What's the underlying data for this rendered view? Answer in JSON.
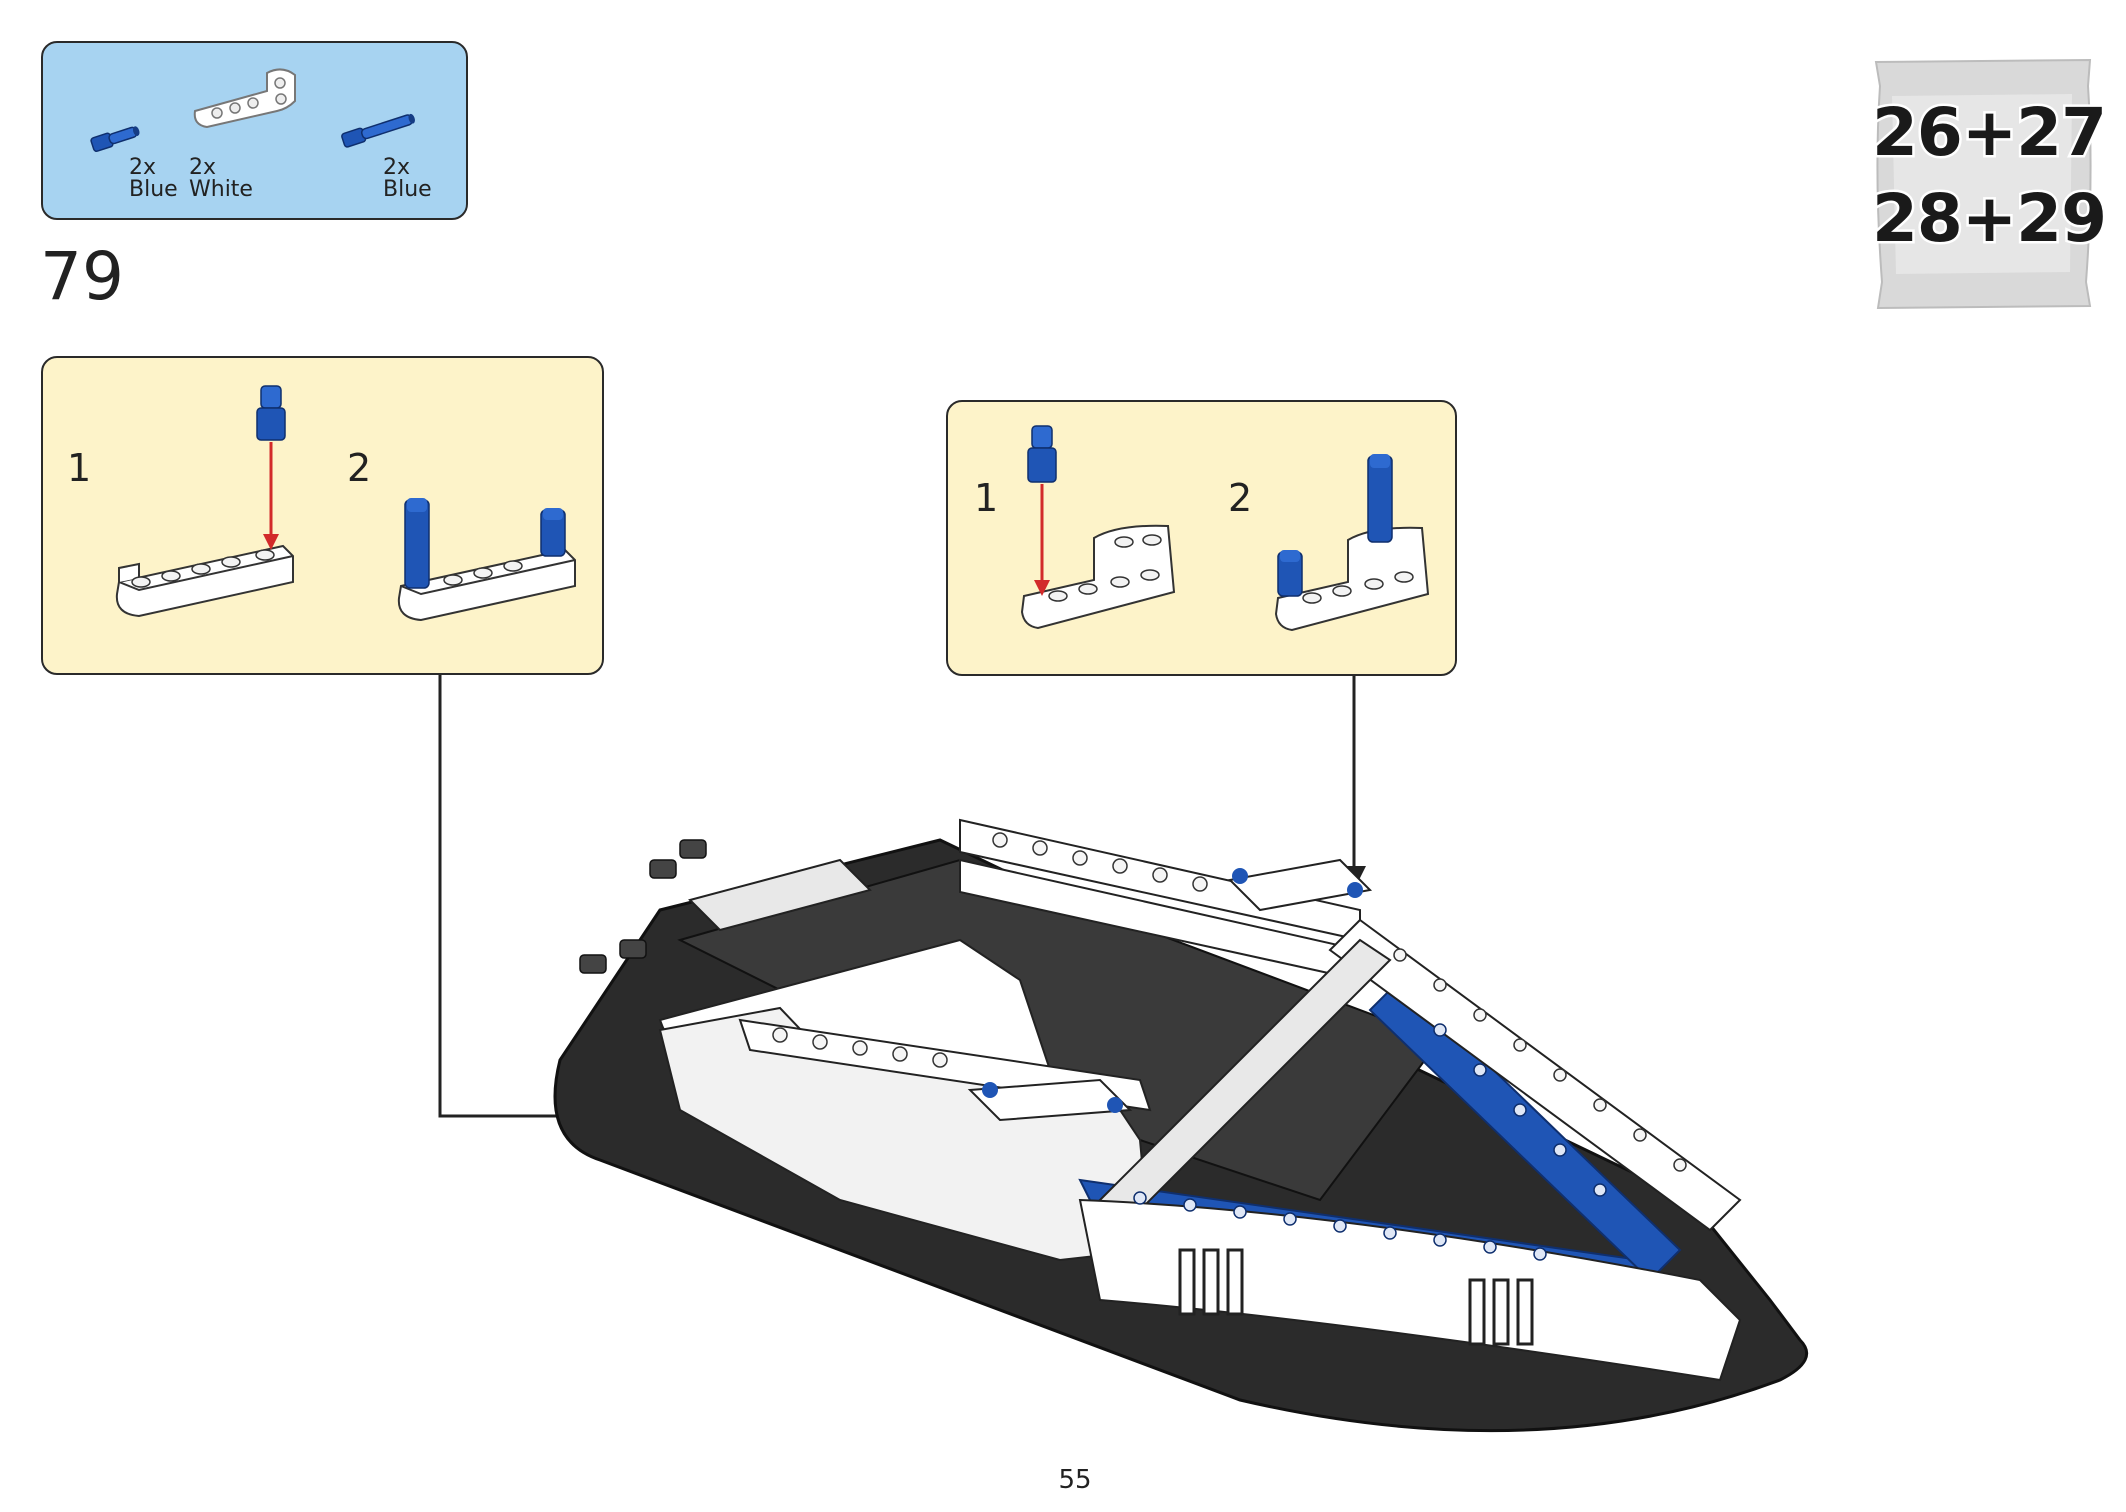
{
  "parts": [
    {
      "qty": "2x",
      "color": "Blue",
      "icon": "blue-pin-icon"
    },
    {
      "qty": "2x",
      "color": "White",
      "icon": "white-l-beam-icon"
    },
    {
      "qty": "2x",
      "color": "Blue",
      "icon": "blue-long-pin-icon"
    }
  ],
  "step": {
    "number": "79"
  },
  "bag": {
    "line1": "26+27",
    "line2": "28+29"
  },
  "callout_left": {
    "sub1": "1",
    "sub2": "2"
  },
  "callout_right": {
    "sub1": "1",
    "sub2": "2"
  },
  "page": {
    "number": "55"
  },
  "colors": {
    "blue": "#1f55b5",
    "white": "#ffffff",
    "black": "#2b2b2b",
    "arrow_red": "#d22a2a",
    "parts_bg": "#a7d3f1",
    "callout_bg": "#fdf3c9"
  }
}
